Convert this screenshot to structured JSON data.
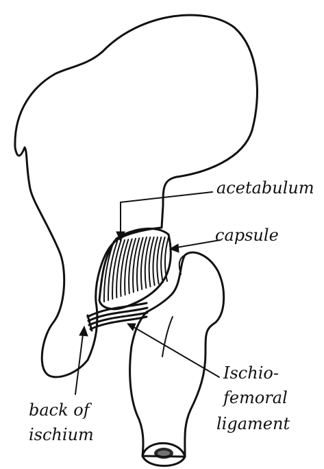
{
  "labels": {
    "acetabulum": "acetabulum",
    "capsule": "capsule",
    "ischiofemoral_line1": "Ischio-",
    "ischiofemoral_line2": "femoral",
    "ischiofemoral_line3": "ligament",
    "back_of_ischium_line1": "back of",
    "back_of_ischium_line2": "ischium"
  },
  "colors": {
    "ink": "#111111",
    "paper": "#ffffff"
  }
}
